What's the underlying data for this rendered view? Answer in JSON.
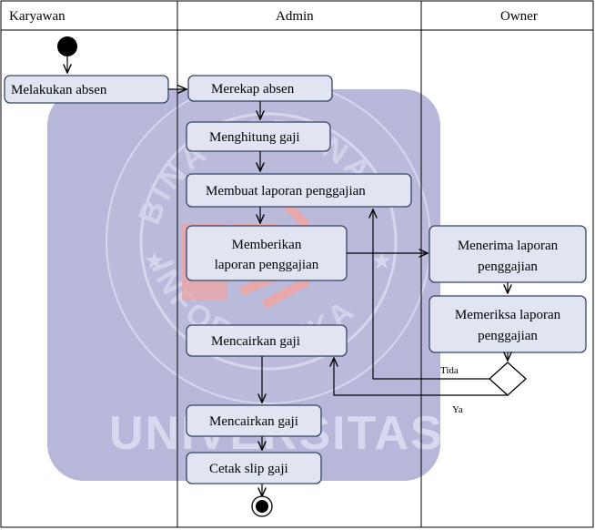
{
  "lanes": {
    "karyawan": "Karyawan",
    "admin": "Admin",
    "owner": "Owner"
  },
  "nodes": {
    "melakukan_absen": "Melakukan absen",
    "merekap_absen": "Merekap absen",
    "menghitung_gaji": "Menghitung gaji",
    "membuat_laporan": "Membuat laporan penggajian",
    "memberikan_laporan_1": "Memberikan",
    "memberikan_laporan_2": "laporan penggajian",
    "mencairkan_gaji_1": "Mencairkan gaji",
    "mencairkan_gaji_2": "Mencairkan gaji",
    "cetak_slip": "Cetak slip gaji",
    "menerima_laporan_1": "Menerima laporan",
    "menerima_laporan_2": "penggajian",
    "memeriksa_laporan_1": "Memeriksa laporan",
    "memeriksa_laporan_2": "penggajian"
  },
  "guards": {
    "tidak": "Tida",
    "ya": "Ya"
  },
  "watermark": {
    "ring_text": "BINA SARANA INFORMATIKA",
    "bottom_text": "UNIVERSITAS"
  },
  "colors": {
    "node_fill": "#e1e5f2",
    "node_stroke": "#334466",
    "watermark_bg": "#b7b8d9",
    "watermark_logo": "#e8a7a8"
  }
}
